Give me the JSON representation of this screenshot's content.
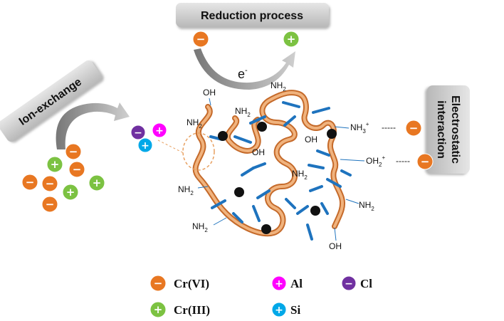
{
  "banners": {
    "reduction": "Reduction process",
    "ion_exchange": "Ion-exchange",
    "electrostatic_line1": "Electrostatic",
    "electrostatic_line2": "interaction"
  },
  "electron": {
    "base": "e",
    "sup": "-"
  },
  "signs": {
    "minus": "−",
    "plus": "+"
  },
  "groups": {
    "oh": "OH",
    "nh2": {
      "base": "NH",
      "sub": "2"
    },
    "nh3": {
      "base": "NH",
      "sub": "3",
      "sup": "+"
    },
    "oh2": {
      "base": "OH",
      "sub": "2",
      "sup": "+"
    },
    "dashes": "-----"
  },
  "legend": {
    "cr6": "Cr(VI)",
    "cr3": "Cr(III)",
    "al": "Al",
    "si": "Si",
    "cl": "Cl"
  },
  "colors": {
    "cr6": "#e87722",
    "cr3": "#7cc242",
    "al": "#ff00ff",
    "si": "#00a8e8",
    "cl": "#7030a0",
    "chain": "#e8a060",
    "stick": "#1e73be",
    "banner": "#d4d4d4"
  }
}
